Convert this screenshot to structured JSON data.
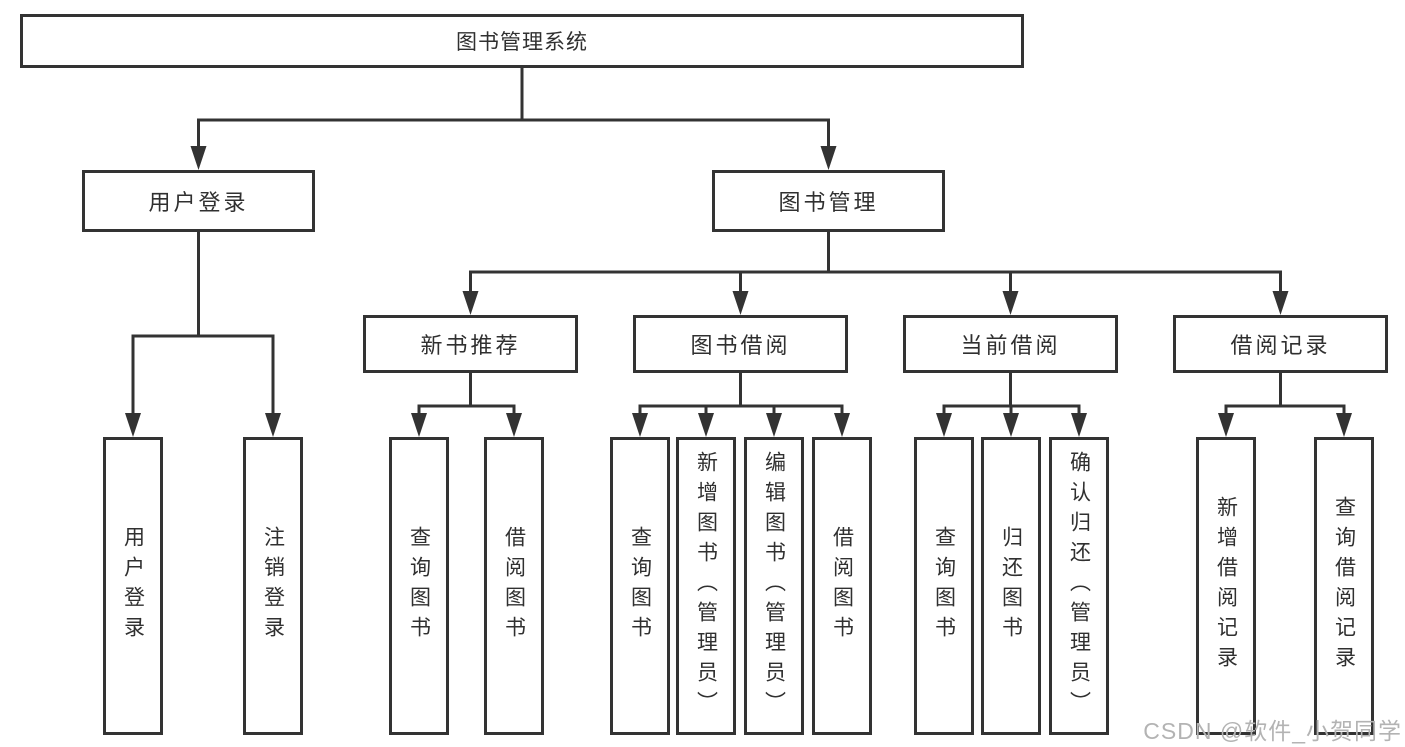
{
  "diagram": {
    "type": "hierarchy-tree",
    "root": {
      "label": "图书管理系统"
    },
    "branches": [
      {
        "label": "用户登录",
        "children": [
          {
            "label": "用户登录"
          },
          {
            "label": "注销登录"
          }
        ]
      },
      {
        "label": "图书管理",
        "children": [
          {
            "label": "新书推荐",
            "children": [
              {
                "label": "查询图书"
              },
              {
                "label": "借阅图书"
              }
            ]
          },
          {
            "label": "图书借阅",
            "children": [
              {
                "label": "查询图书"
              },
              {
                "label": "新增图书（管理员）"
              },
              {
                "label": "编辑图书（管理员）"
              },
              {
                "label": "借阅图书"
              }
            ]
          },
          {
            "label": "当前借阅",
            "children": [
              {
                "label": "查询图书"
              },
              {
                "label": "归还图书"
              },
              {
                "label": "确认归还（管理员）"
              }
            ]
          },
          {
            "label": "借阅记录",
            "children": [
              {
                "label": "新增借阅记录"
              },
              {
                "label": "查询借阅记录"
              }
            ]
          }
        ]
      }
    ]
  },
  "watermark": {
    "text": "CSDN @软件_小贺同学"
  },
  "colors": {
    "background": "#ffffff",
    "box_border": "#333333",
    "connector_line": "#333333",
    "text": "#303030",
    "watermark_text": "#b3b3b3"
  }
}
